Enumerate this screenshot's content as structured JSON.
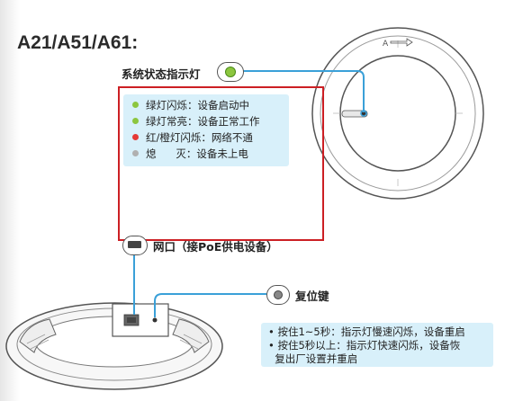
{
  "title": "A21/A51/A61:",
  "status_indicator": {
    "label": "系统状态指示灯",
    "legend": [
      {
        "color": "#8cc63f",
        "text": "绿灯闪烁：设备启动中"
      },
      {
        "color": "#8cc63f",
        "text": "绿灯常亮：设备正常工作"
      },
      {
        "color": "#e53935",
        "text": "红/橙灯闪烁：网络不通"
      },
      {
        "color": "#b0b0b0",
        "text": "熄      灭：设备未上电"
      }
    ]
  },
  "lan_port": {
    "label": "网口（接PoE供电设备）"
  },
  "reset_button": {
    "label": "复位键",
    "notes": [
      "• 按住1~5秒：指示灯慢速闪烁，设备重启",
      "• 按住5秒以上：指示灯快速闪烁，设备恢",
      "  复出厂设置并重启"
    ]
  },
  "colors": {
    "highlight_frame": "#cc1f24",
    "info_box": "#d8f0fa",
    "callout_line": "#3aa0d8"
  }
}
